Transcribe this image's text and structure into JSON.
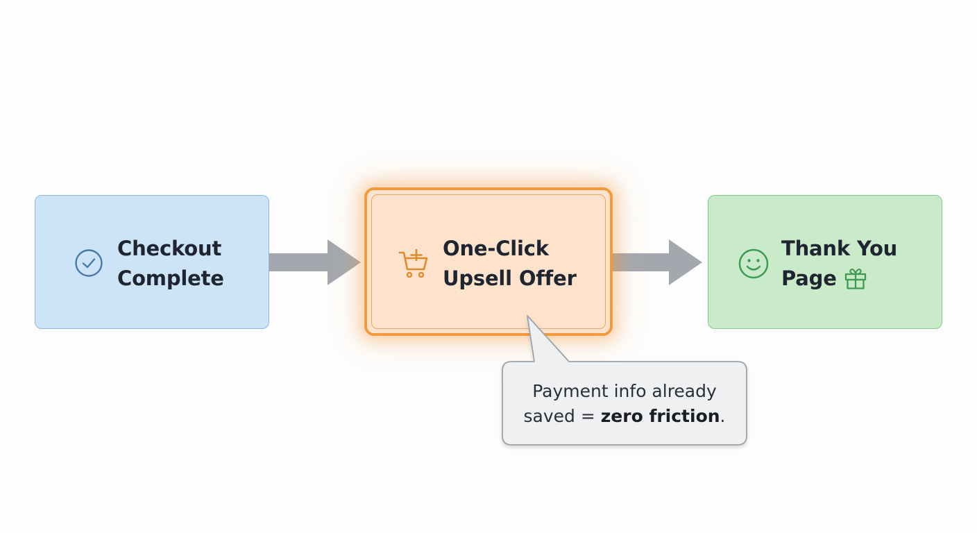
{
  "steps": [
    {
      "id": "checkout",
      "lines": [
        "Checkout",
        "Complete"
      ],
      "icon": "check-circle-icon",
      "color": "#4a78a6",
      "fill": "#cde3f6"
    },
    {
      "id": "upsell",
      "lines": [
        "One-Click",
        "Upsell Offer"
      ],
      "icon": "cart-plus-icon",
      "color": "#e08a2e",
      "fill": "#fde3cc",
      "highlighted": true
    },
    {
      "id": "thanks",
      "lines": [
        "Thank You",
        "Page"
      ],
      "icon": "smiley-icon",
      "trailing_icon": "gift-icon",
      "color": "#3f9a52",
      "fill": "#c9ebc9"
    }
  ],
  "callout": {
    "line1": "Payment info already",
    "line2_prefix": "saved = ",
    "line2_bold": "zero friction",
    "line2_suffix": "."
  },
  "arrow_color": "#a3a8ae"
}
